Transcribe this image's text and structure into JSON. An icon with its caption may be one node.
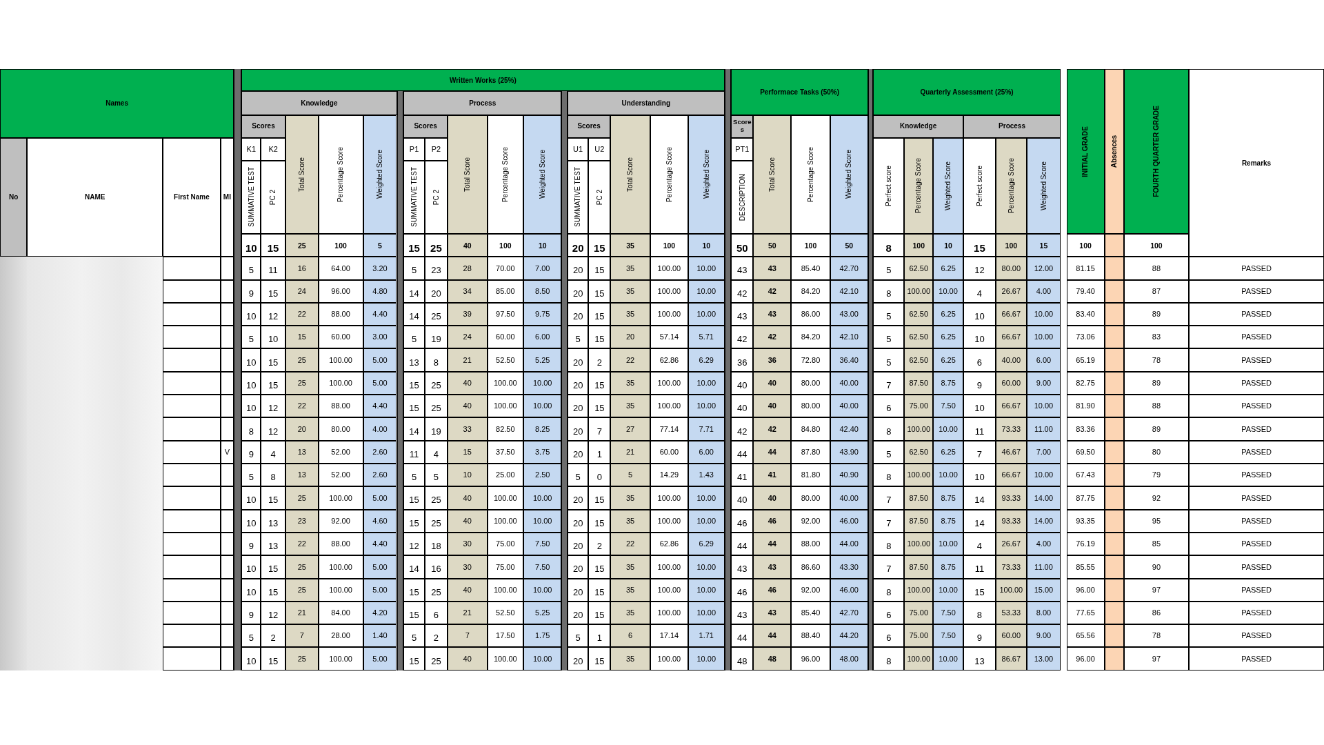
{
  "diagram": {
    "labels": [
      "Names",
      "Written Works (25%)",
      "Performace Tasks (50%)",
      "Quarterly Assessment (25%)",
      "INITIAL GRADE",
      "Absences",
      "FOURTH QUARTER GRADE",
      "Remarks",
      "Knowledge",
      "Process",
      "Understanding",
      "Scores",
      "Total Score",
      "Percentage Score",
      "Weighted Score",
      "Scores",
      "Total Score",
      "Percentage Score",
      "Weighted Score",
      "Scores",
      "Total Score",
      "Percentage Score",
      "Weighted Score",
      "Scores",
      "Total Score",
      "Percentage Score",
      "Weighted Score",
      "Knowledge",
      "Process",
      "No",
      "NAME",
      "First Name",
      "MI",
      "K1",
      "K2",
      "P1",
      "P2",
      "U1",
      "U2",
      "PT1",
      "SUMMATIVE TEST",
      "PC 2",
      "SUMMATIVE TEST",
      "PC 2",
      "SUMMATIVE TEST",
      "PC 2",
      "DESCRIPTION",
      "Perfect score",
      "Percentage Score",
      "Weighted Score",
      "Perfect score",
      "Percentage Score",
      "Weighted Score",
      "10",
      "15",
      "25",
      "100",
      "5",
      "15",
      "25",
      "40",
      "100",
      "10",
      "20",
      "15",
      "35",
      "100",
      "10",
      "50",
      "50",
      "100",
      "50",
      "8",
      "100",
      "10",
      "15",
      "100",
      "15",
      "100",
      "100",
      "5",
      "11",
      "16",
      "64.00",
      "3.20",
      "5",
      "23",
      "28",
      "70.00",
      "7.00",
      "20",
      "15",
      "35",
      "100.00",
      "10.00",
      "43",
      "43",
      "85.40",
      "42.70",
      "5",
      "62.50",
      "6.25",
      "12",
      "80.00",
      "12.00",
      "81.15",
      "88",
      "PASSED",
      "9",
      "15",
      "24",
      "96.00",
      "4.80",
      "14",
      "20",
      "34",
      "85.00",
      "8.50",
      "20",
      "15",
      "35",
      "100.00",
      "10.00",
      "42",
      "42",
      "84.20",
      "42.10",
      "8",
      "100.00",
      "10.00",
      "4",
      "26.67",
      "4.00",
      "79.40",
      "87",
      "PASSED",
      "10",
      "12",
      "22",
      "88.00",
      "4.40",
      "14",
      "25",
      "39",
      "97.50",
      "9.75",
      "20",
      "15",
      "35",
      "100.00",
      "10.00",
      "43",
      "43",
      "86.00",
      "43.00",
      "5",
      "62.50",
      "6.25",
      "10",
      "66.67",
      "10.00",
      "83.40",
      "89",
      "PASSED",
      "5",
      "10",
      "15",
      "60.00",
      "3.00",
      "5",
      "19",
      "24",
      "60.00",
      "6.00",
      "5",
      "15",
      "20",
      "57.14",
      "5.71",
      "42",
      "42",
      "84.20",
      "42.10",
      "5",
      "62.50",
      "6.25",
      "10",
      "66.67",
      "10.00",
      "73.06",
      "83",
      "PASSED",
      "10",
      "15",
      "25",
      "100.00",
      "5.00",
      "13",
      "8",
      "21",
      "52.50",
      "5.25",
      "20",
      "2",
      "22",
      "62.86",
      "6.29",
      "36",
      "36",
      "72.80",
      "36.40",
      "5",
      "62.50",
      "6.25",
      "6",
      "40.00",
      "6.00",
      "65.19",
      "78",
      "PASSED",
      "10",
      "15",
      "25",
      "100.00",
      "5.00",
      "15",
      "25",
      "40",
      "100.00",
      "10.00",
      "20",
      "15",
      "35",
      "100.00",
      "10.00",
      "40",
      "40",
      "80.00",
      "40.00",
      "7",
      "87.50",
      "8.75",
      "9",
      "60.00",
      "9.00",
      "82.75",
      "89",
      "PASSED",
      "10",
      "12",
      "22",
      "88.00",
      "4.40",
      "15",
      "25",
      "40",
      "100.00",
      "10.00",
      "20",
      "15",
      "35",
      "100.00",
      "10.00",
      "40",
      "40",
      "80.00",
      "40.00",
      "6",
      "75.00",
      "7.50",
      "10",
      "66.67",
      "10.00",
      "81.90",
      "88",
      "PASSED",
      "8",
      "12",
      "20",
      "80.00",
      "4.00",
      "14",
      "19",
      "33",
      "82.50",
      "8.25",
      "20",
      "7",
      "27",
      "77.14",
      "7.71",
      "42",
      "42",
      "84.80",
      "42.40",
      "8",
      "100.00",
      "10.00",
      "11",
      "73.33",
      "11.00",
      "83.36",
      "89",
      "PASSED",
      "V",
      "9",
      "4",
      "13",
      "52.00",
      "2.60",
      "11",
      "4",
      "15",
      "37.50",
      "3.75",
      "20",
      "1",
      "21",
      "60.00",
      "6.00",
      "44",
      "44",
      "87.80",
      "43.90",
      "5",
      "62.50",
      "6.25",
      "7",
      "46.67",
      "7.00",
      "69.50",
      "80",
      "PASSED",
      "5",
      "8",
      "13",
      "52.00",
      "2.60",
      "5",
      "5",
      "10",
      "25.00",
      "2.50",
      "5",
      "0",
      "5",
      "14.29",
      "1.43",
      "41",
      "41",
      "81.80",
      "40.90",
      "8",
      "100.00",
      "10.00",
      "10",
      "66.67",
      "10.00",
      "67.43",
      "79",
      "PASSED",
      "10",
      "15",
      "25",
      "100.00",
      "5.00",
      "15",
      "25",
      "40",
      "100.00",
      "10.00",
      "20",
      "15",
      "35",
      "100.00",
      "10.00",
      "40",
      "40",
      "80.00",
      "40.00",
      "7",
      "87.50",
      "8.75",
      "14",
      "93.33",
      "14.00",
      "87.75",
      "92",
      "PASSED",
      "10",
      "13",
      "23",
      "92.00",
      "4.60",
      "15",
      "25",
      "40",
      "100.00",
      "10.00",
      "20",
      "15",
      "35",
      "100.00",
      "10.00",
      "46",
      "46",
      "92.00",
      "46.00",
      "7",
      "87.50",
      "8.75",
      "14",
      "93.33",
      "14.00",
      "93.35",
      "95",
      "PASSED",
      "9",
      "13",
      "22",
      "88.00",
      "4.40",
      "12",
      "18",
      "30",
      "75.00",
      "7.50",
      "20",
      "2",
      "22",
      "62.86",
      "6.29",
      "44",
      "44",
      "88.00",
      "44.00",
      "8",
      "100.00",
      "10.00",
      "4",
      "26.67",
      "4.00",
      "76.19",
      "85",
      "PASSED",
      "10",
      "15",
      "25",
      "100.00",
      "5.00",
      "14",
      "16",
      "30",
      "75.00",
      "7.50",
      "20",
      "15",
      "35",
      "100.00",
      "10.00",
      "43",
      "43",
      "86.60",
      "43.30",
      "7",
      "87.50",
      "8.75",
      "11",
      "73.33",
      "11.00",
      "85.55",
      "90",
      "PASSED",
      "10",
      "15",
      "25",
      "100.00",
      "5.00",
      "15",
      "25",
      "40",
      "100.00",
      "10.00",
      "20",
      "15",
      "35",
      "100.00",
      "10.00",
      "46",
      "46",
      "92.00",
      "46.00",
      "8",
      "100.00",
      "10.00",
      "15",
      "100.00",
      "15.00",
      "96.00",
      "97",
      "PASSED",
      "9",
      "12",
      "21",
      "84.00",
      "4.20",
      "15",
      "6",
      "21",
      "52.50",
      "5.25",
      "20",
      "15",
      "35",
      "100.00",
      "10.00",
      "43",
      "43",
      "85.40",
      "42.70",
      "6",
      "75.00",
      "7.50",
      "8",
      "53.33",
      "8.00",
      "77.65",
      "86",
      "PASSED",
      "5",
      "2",
      "7",
      "28.00",
      "1.40",
      "5",
      "2",
      "7",
      "17.50",
      "1.75",
      "5",
      "1",
      "6",
      "17.14",
      "1.71",
      "44",
      "44",
      "88.40",
      "44.20",
      "6",
      "75.00",
      "7.50",
      "9",
      "60.00",
      "9.00",
      "65.56",
      "78",
      "PASSED",
      "10",
      "15",
      "25",
      "100.00",
      "5.00",
      "15",
      "25",
      "40",
      "100.00",
      "10.00",
      "20",
      "15",
      "35",
      "100.00",
      "10.00",
      "48",
      "48",
      "96.00",
      "48.00",
      "8",
      "100.00",
      "10.00",
      "13",
      "86.67",
      "13.00",
      "96.00",
      "97",
      "PASSED"
    ]
  }
}
